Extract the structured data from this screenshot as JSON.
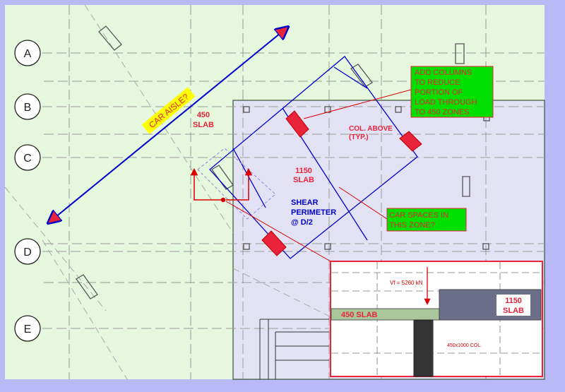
{
  "grid_labels": [
    "A",
    "B",
    "C",
    "D",
    "E"
  ],
  "slab_labels": {
    "slab_450_line1": "450",
    "slab_450_line2": "SLAB",
    "slab_1150_line1": "1150",
    "slab_1150_line2": "SLAB"
  },
  "annotations": {
    "car_aisle": "CAR AISLE?",
    "col_above_line1": "COL. ABOVE",
    "col_above_line2": "(TYP.)",
    "shear_line1": "SHEAR",
    "shear_line2": "PERIMETER",
    "shear_line3": "@ D/2"
  },
  "callouts": {
    "add_columns": [
      "ADD COLUMNS",
      "TO REDUCE",
      "PORTION OF",
      "LOAD THROUGH",
      "TO 450 ZONES"
    ],
    "car_spaces": [
      "CAR SPACES IN",
      "THIS ZONE?"
    ]
  },
  "section_detail": {
    "load_label": "Vf = 5260 kN",
    "slab_450": "450 SLAB",
    "slab_1150_line1": "1150",
    "slab_1150_line2": "SLAB",
    "column_label": "450x1000 COL."
  },
  "colors": {
    "background": "#b9b9f7",
    "slab_450_fill": "#e5f7dd",
    "slab_1150_fill": "#e2e2f4",
    "callout_green": "#00e000",
    "accent_red": "#e8233a",
    "accent_blue": "#0000cc"
  }
}
